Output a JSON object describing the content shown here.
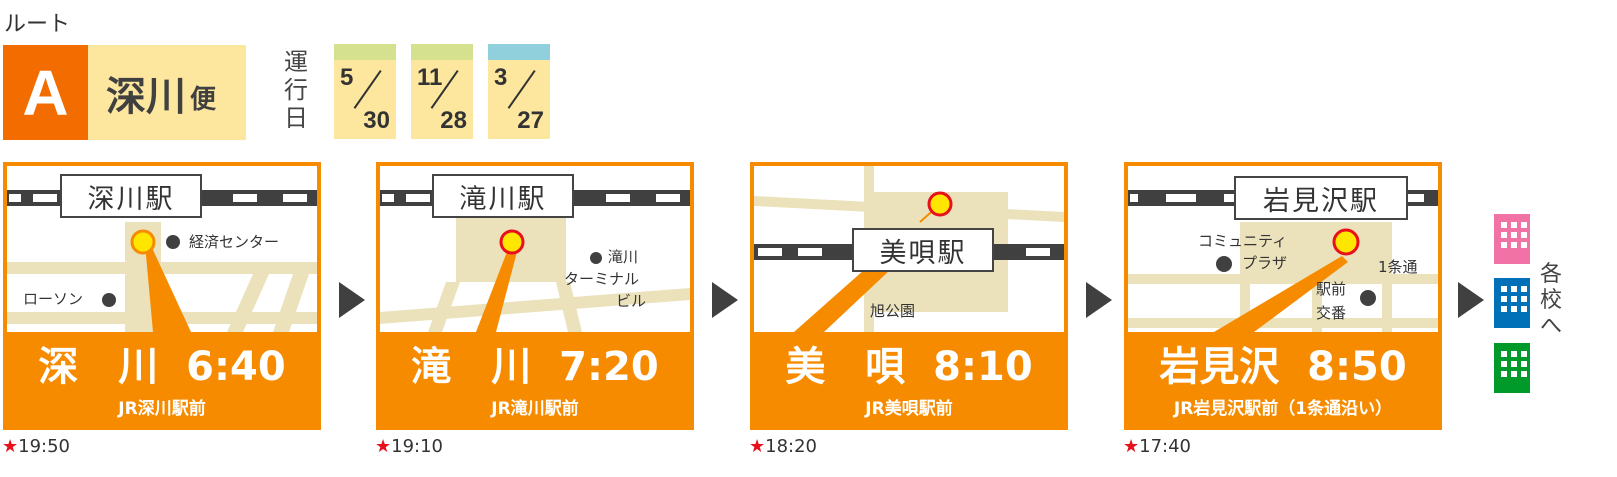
{
  "route_label": "ルート",
  "route_letter": "A",
  "route_name": "深川",
  "route_suffix": "便",
  "operation_days_label": "運行日",
  "dates": [
    {
      "month": "5",
      "day": "30",
      "color": "#d5e18e"
    },
    {
      "month": "11",
      "day": "28",
      "color": "#d5e18e"
    },
    {
      "month": "3",
      "day": "27",
      "color": "#90cfdc"
    }
  ],
  "stops": [
    {
      "station": "深川駅",
      "place": "深　川",
      "time": "6:40",
      "location": "JR深川駅前",
      "return_time": "19:50",
      "landmarks": [
        "経済センター",
        "ローソン"
      ]
    },
    {
      "station": "滝川駅",
      "place": "滝　川",
      "time": "7:20",
      "location": "JR滝川駅前",
      "return_time": "19:10",
      "landmarks": [
        "滝川",
        "ターミナル",
        "ビル"
      ]
    },
    {
      "station": "美唄駅",
      "place": "美　唄",
      "time": "8:10",
      "location": "JR美唄駅前",
      "return_time": "18:20",
      "landmarks": [
        "旭公園"
      ]
    },
    {
      "station": "岩見沢駅",
      "place": "岩見沢",
      "time": "8:50",
      "location": "JR岩見沢駅前（1条通沿い）",
      "return_time": "17:40",
      "landmarks": [
        "コミュニティ",
        "プラザ",
        "1条通",
        "駅前",
        "交番"
      ]
    }
  ],
  "return_star": "★",
  "destination": "各校へ",
  "school_colors": [
    "#f173a5",
    "#0070b8",
    "#009a2b"
  ]
}
